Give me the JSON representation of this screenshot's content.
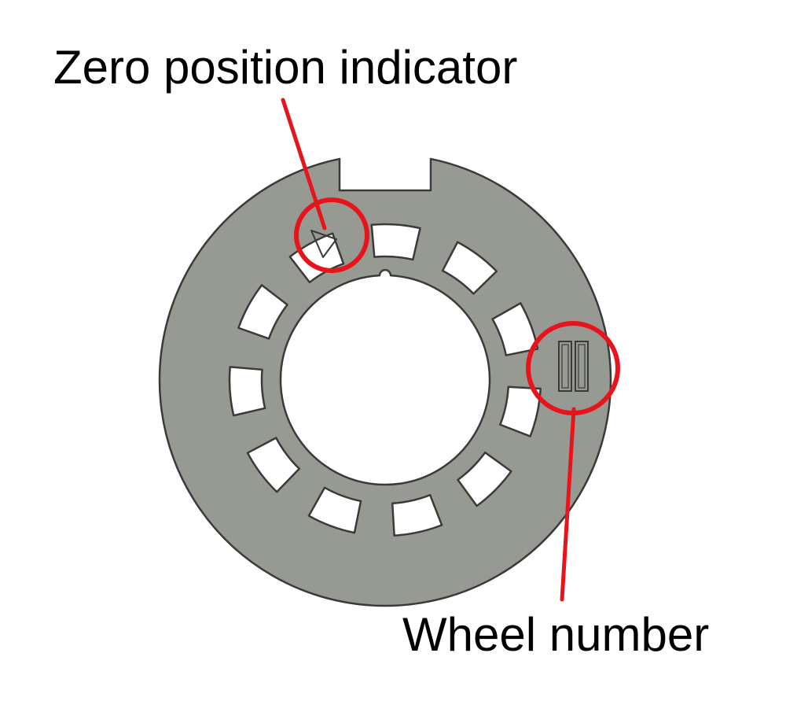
{
  "labels": {
    "zero_position": "Zero position indicator",
    "wheel_number": "Wheel number"
  },
  "colors": {
    "wheel_fill": "#979a93",
    "wheel_edge": "#3a3b38",
    "callout": "#e8141c",
    "background": "#ffffff"
  },
  "wheel": {
    "window_count": 11,
    "wheel_number_bars": 2
  }
}
